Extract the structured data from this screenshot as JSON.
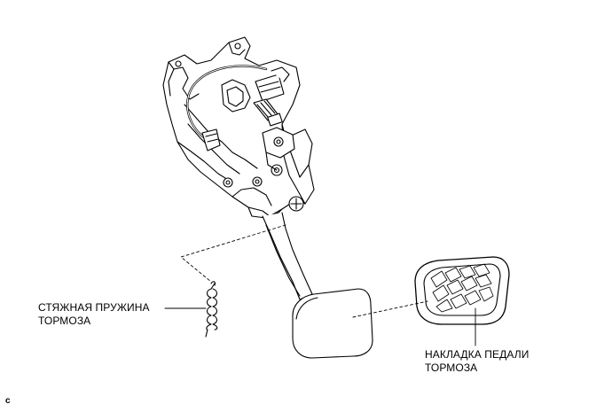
{
  "labels": {
    "return_spring": {
      "line1": "СТЯЖНАЯ ПРУЖИНА",
      "line2": "ТОРМОЗА"
    },
    "pedal_pad": {
      "line1": "НАКЛАДКА ПЕДАЛИ",
      "line2": "ТОРМОЗА"
    }
  },
  "figure_code": "c",
  "colors": {
    "line": "#000000",
    "fill": "#ffffff",
    "shade": "#e6e6e6"
  }
}
